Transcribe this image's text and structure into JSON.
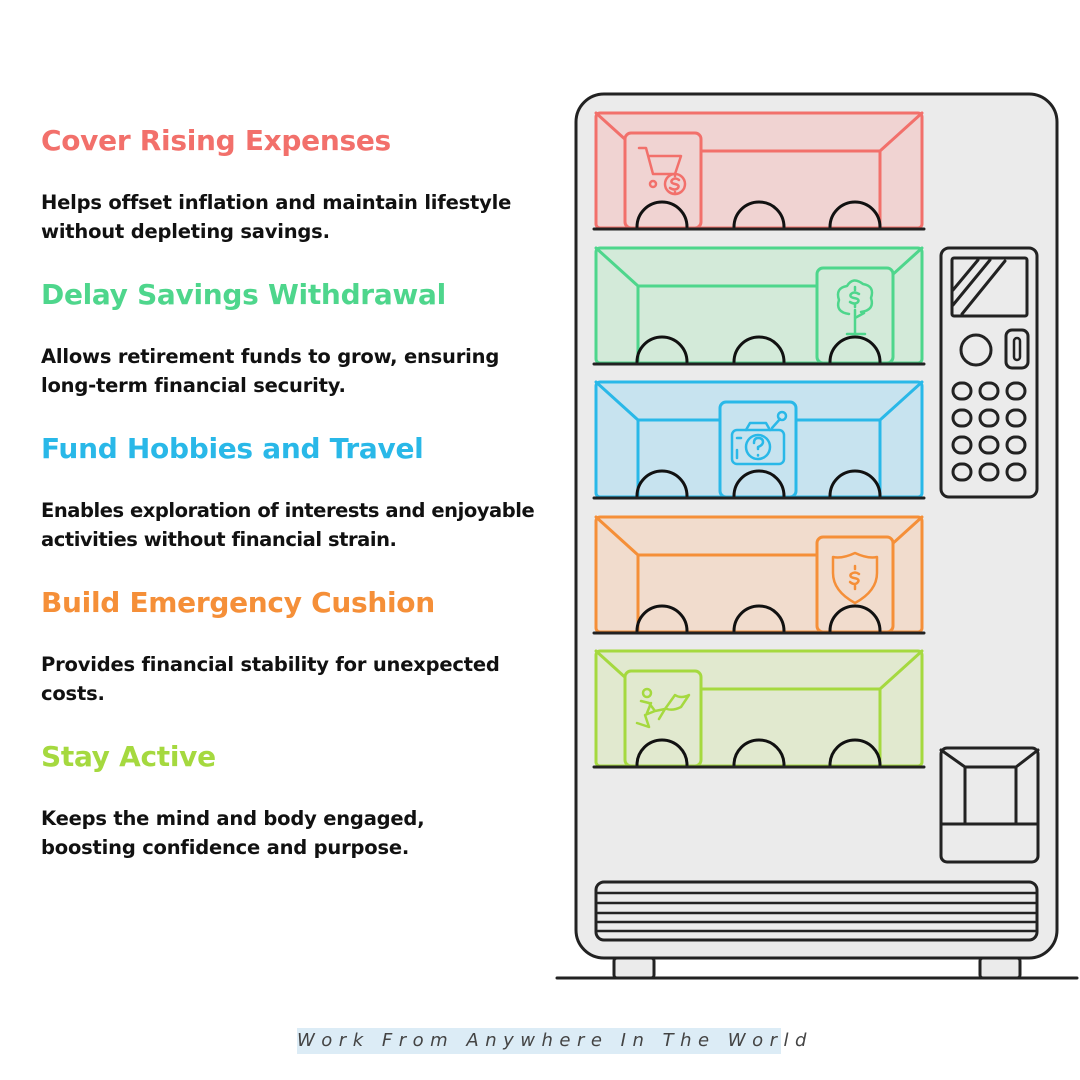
{
  "items": [
    {
      "title": "Cover Rising Expenses",
      "description": "Helps offset inflation and maintain lifestyle without depleting savings.",
      "color": "#f2706b",
      "fill": "#f0d3d2",
      "icon": "shopping-cart-dollar-icon"
    },
    {
      "title": "Delay Savings Withdrawal",
      "description": "Allows retirement funds to grow, ensuring long-term financial security.",
      "color": "#4ed68c",
      "fill": "#d3ead9",
      "icon": "money-tree-icon"
    },
    {
      "title": "Fund Hobbies and Travel",
      "description": "Enables exploration of interests and enjoyable activities without financial strain.",
      "color": "#29b8e8",
      "fill": "#c7e3ef",
      "icon": "camera-question-icon"
    },
    {
      "title": "Build Emergency Cushion",
      "description": "Provides financial stability for unexpected costs.",
      "color": "#f58f38",
      "fill": "#f1dccd",
      "icon": "shield-dollar-icon"
    },
    {
      "title": "Stay Active",
      "description": "Keeps the mind and body engaged, boosting confidence and purpose.",
      "color": "#a5d93f",
      "fill": "#e1e9cf",
      "icon": "runner-flag-icon"
    }
  ],
  "footer": "Work From Anywhere In The World"
}
